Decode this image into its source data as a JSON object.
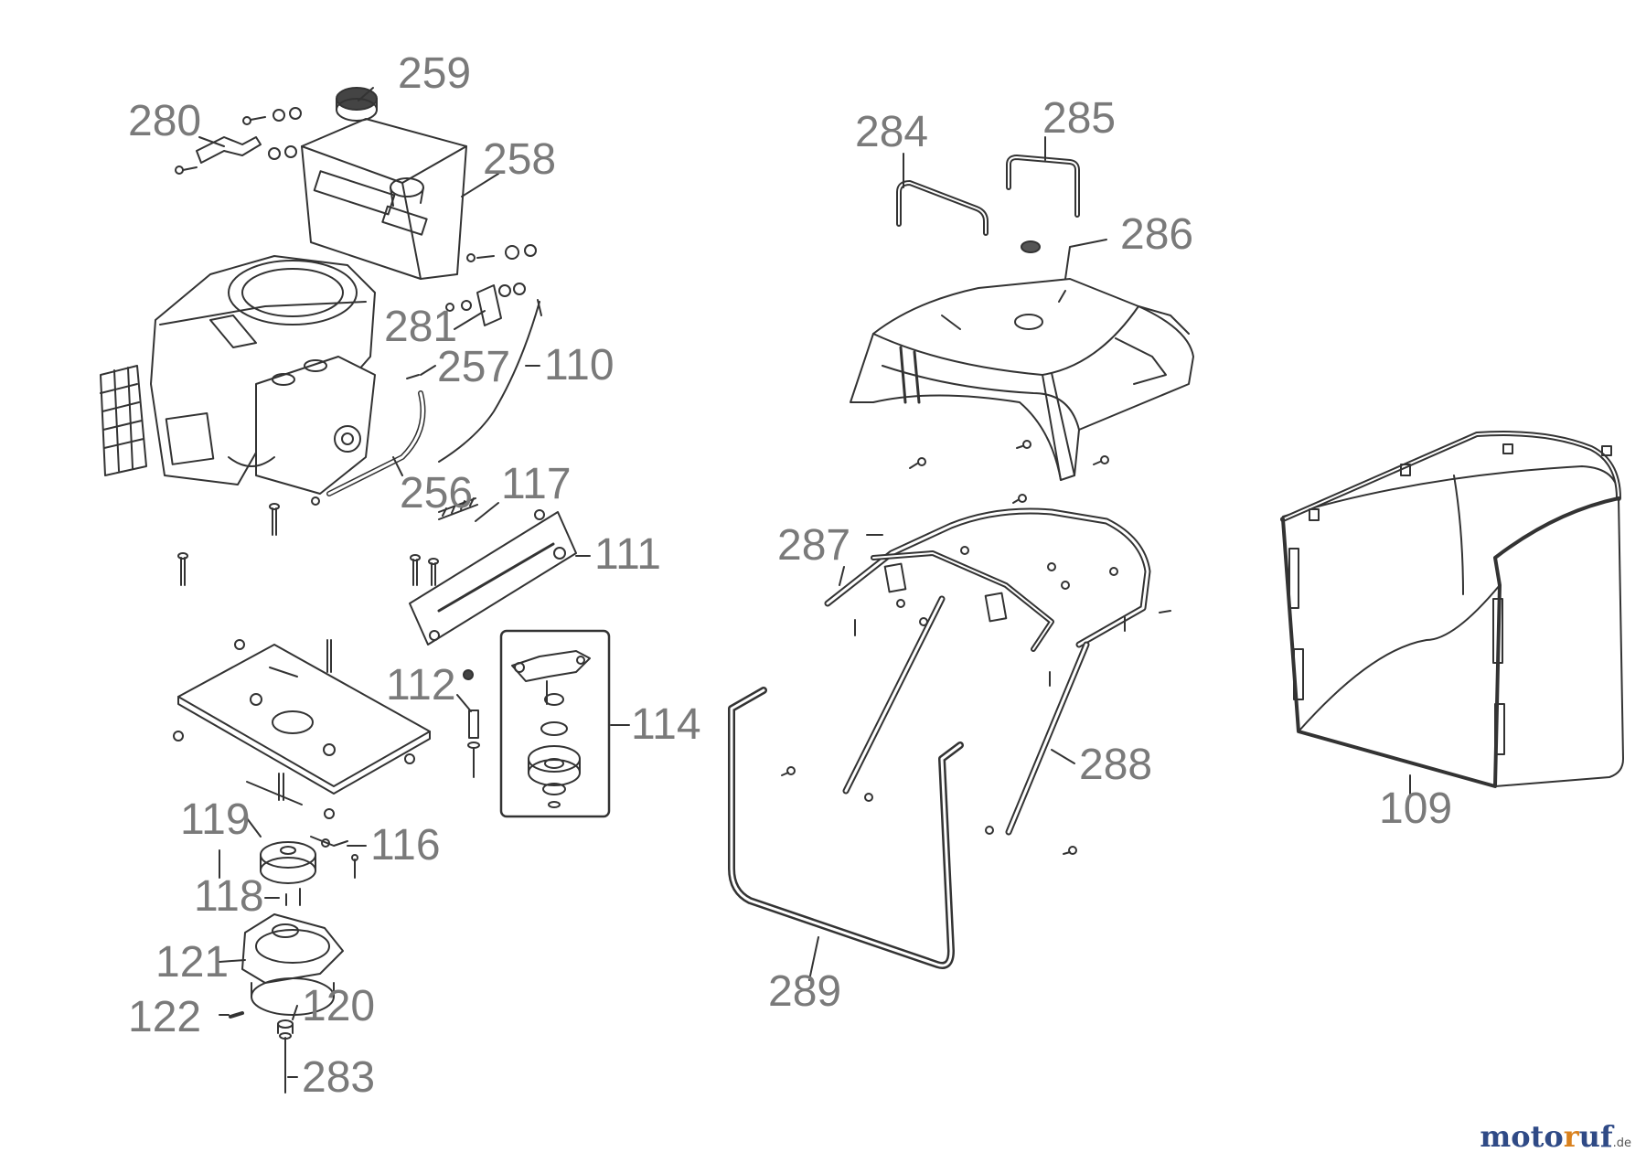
{
  "labels": {
    "p280": "280",
    "p259": "259",
    "p258": "258",
    "p281": "281",
    "p257": "257",
    "p110": "110",
    "p256": "256",
    "p117": "117",
    "p111": "111",
    "p112": "112",
    "p114": "114",
    "p119": "119",
    "p116": "116",
    "p118": "118",
    "p121": "121",
    "p122": "122",
    "p120": "120",
    "p283": "283",
    "p284": "284",
    "p285": "285",
    "p286": "286",
    "p287": "287",
    "p288": "288",
    "p289": "289",
    "p109": "109"
  },
  "logo": {
    "part1": "moto",
    "part2": "r",
    "part3": "uf",
    "tld": ".de"
  },
  "colors": {
    "line": "#333333",
    "label": "#7a7a7a",
    "logo_blue": "#2f4a86",
    "logo_orange": "#d9811e"
  }
}
